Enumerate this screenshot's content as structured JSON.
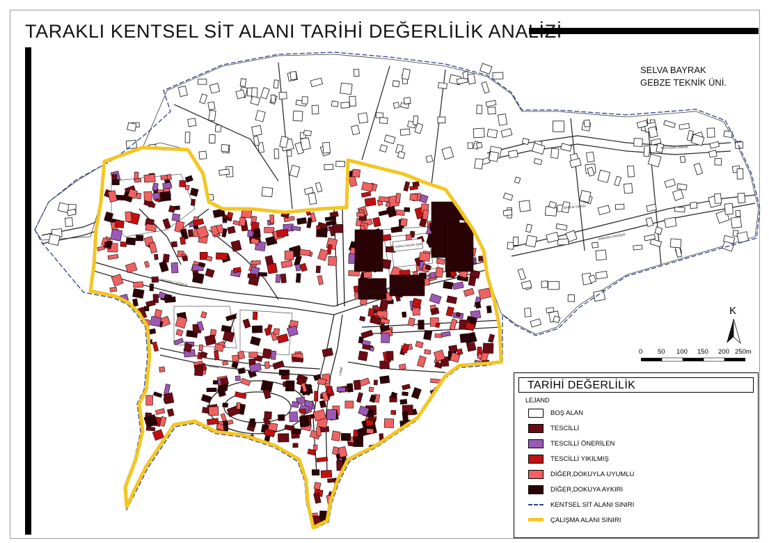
{
  "title": "TARAKLI KENTSEL SİT ALANI TARİHİ DEĞERLİLİK ANALİZİ",
  "author": {
    "name": "SELVA BAYRAK",
    "institution": "GEBZE TEKNİK ÜNİ."
  },
  "north_label": "K",
  "scale": {
    "ticks": [
      "0",
      "50",
      "100",
      "150",
      "200",
      "250m"
    ]
  },
  "legend": {
    "title": "TARİHİ DEĞERLİLİK",
    "subtitle": "LEJAND",
    "items": [
      {
        "label": "BOŞ ALAN",
        "kind": "box",
        "color": "#ffffff"
      },
      {
        "label": "TESCİLLİ",
        "kind": "box",
        "color": "#6b0b14"
      },
      {
        "label": "TESCİLLİ ÖNERİLEN",
        "kind": "box",
        "color": "#9b59b6"
      },
      {
        "label": "TESCİLLİ YIKILMIŞ",
        "kind": "box",
        "color": "#c21010"
      },
      {
        "label": "DİĞER,DOKUYLA UYUMLU",
        "kind": "box",
        "color": "#f06262"
      },
      {
        "label": "DİĞER,DOKUYA AYKIRI",
        "kind": "box",
        "color": "#2a0306"
      },
      {
        "label": "KENTSEL SİT ALANI SINIRI",
        "kind": "dash",
        "color": "#2c3e8c"
      },
      {
        "label": "ÇALIŞMA ALANI SINIRI",
        "kind": "thick",
        "color": "#f3c623"
      }
    ]
  },
  "streets": {
    "ankara_west": "ANKARA CADDESİ",
    "ankara_center": "ANKARA CADDESİ",
    "ankara_east": "ANKARA CADDESİ",
    "kapali_pazar": "KAPALI PAZAR YERİ",
    "kocadag": "KOCADAĞ SOKAK",
    "sahil": "SAHİL SOKAK",
    "saglik_ocagi": "SAĞLIK OCAĞI",
    "camii": "CAMİİ"
  },
  "colors": {
    "tescilli": "#6b0b14",
    "onerilen": "#9b59b6",
    "yikilmis": "#c21010",
    "uyumlu": "#f06262",
    "aykiri": "#2a0306",
    "sit_boundary": "#2c3e8c",
    "study_boundary": "#f3c623"
  }
}
